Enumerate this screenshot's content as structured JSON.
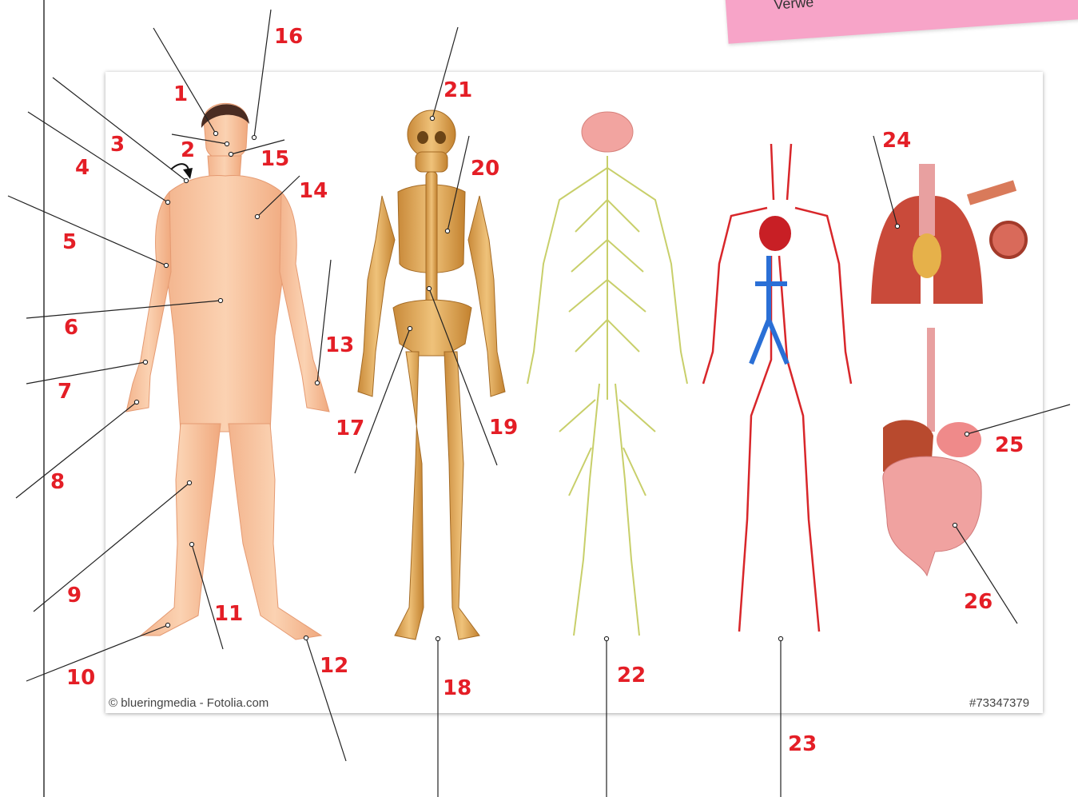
{
  "sticky_note": {
    "text": "Verwe"
  },
  "image_credit": "© blueringmedia - Fotolia.com",
  "image_id": "#73347379",
  "labels": [
    "1",
    "2",
    "3",
    "4",
    "5",
    "6",
    "7",
    "8",
    "9",
    "10",
    "11",
    "12",
    "13",
    "14",
    "15",
    "16",
    "17",
    "18",
    "19",
    "20",
    "21",
    "22",
    "23",
    "24",
    "25",
    "26"
  ],
  "colors": {
    "label_red": "#e41e26",
    "line": "#222222"
  }
}
